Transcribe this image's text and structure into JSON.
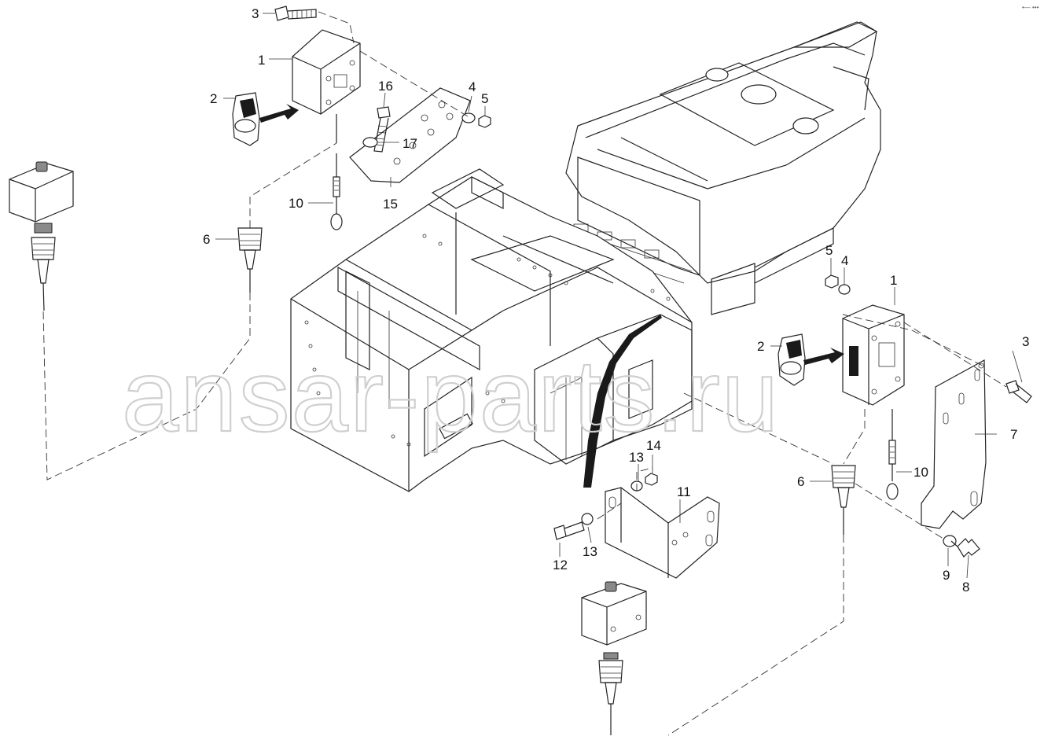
{
  "watermark": "ansar-parts.ru",
  "corner_mark": "•— •••",
  "callouts": {
    "c1_top": "1",
    "c2_top": "2",
    "c3_top": "3",
    "c4_top": "4",
    "c5_top": "5",
    "c6_left": "6",
    "c10_left": "10",
    "c15": "15",
    "c16": "16",
    "c17": "17",
    "c1_right": "1",
    "c2_right": "2",
    "c3_right": "3",
    "c4_right": "4",
    "c5_right": "5",
    "c6_right": "6",
    "c7": "7",
    "c8": "8",
    "c9": "9",
    "c10_right": "10",
    "c11": "11",
    "c12": "12",
    "c13_upper": "13",
    "c13_lower": "13",
    "c14": "14"
  }
}
